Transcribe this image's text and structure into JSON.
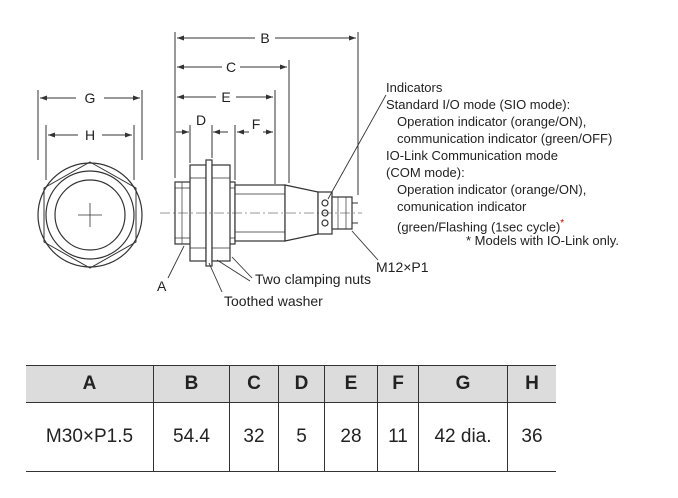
{
  "dimension_letters": {
    "B": "B",
    "C": "C",
    "D": "D",
    "E": "E",
    "F": "F",
    "G": "G",
    "H": "H",
    "A": "A"
  },
  "callouts": {
    "clamping_nuts": "Two clamping nuts",
    "toothed_washer": "Toothed washer",
    "connector": "M12×P1"
  },
  "indicators_note": {
    "title": "Indicators",
    "sio_heading": "Standard I/O mode (SIO mode):",
    "sio_line1": "Operation indicator (orange/ON),",
    "sio_line2": "communication indicator (green/OFF)",
    "com_heading1": "IO-Link Communication mode",
    "com_heading2": "(COM mode):",
    "com_line1": "Operation indicator (orange/ON),",
    "com_line2": "comunication indicator",
    "com_line3": "(green/Flashing (1sec cycle)",
    "com_asterisk": "*",
    "footnote": "* Models with IO-Link only."
  },
  "table": {
    "headers": [
      "A",
      "B",
      "C",
      "D",
      "E",
      "F",
      "G",
      "H"
    ],
    "values": [
      "M30×P1.5",
      "54.4",
      "32",
      "5",
      "28",
      "11",
      "42 dia.",
      "36"
    ]
  },
  "colors": {
    "line": "#333333",
    "header_fill": "#dcdcdc",
    "asterisk": "#cc0000"
  }
}
